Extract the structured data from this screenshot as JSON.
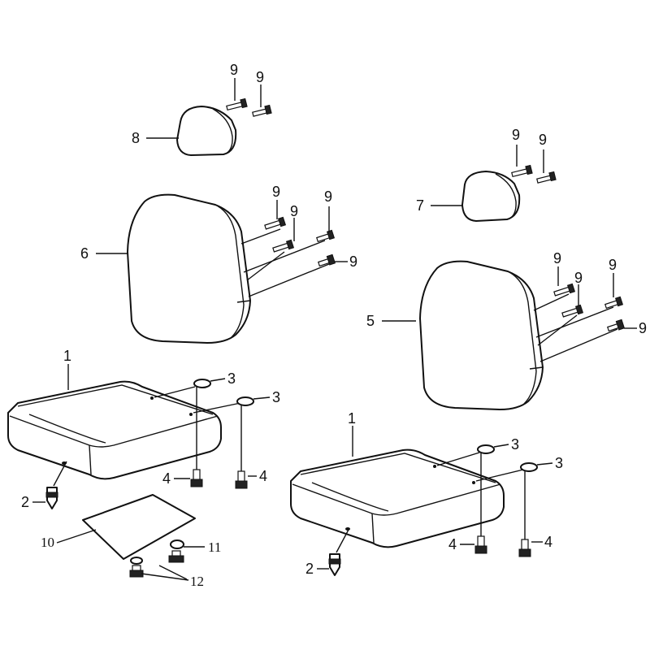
{
  "diagram": {
    "callouts": {
      "c1_left": "1",
      "c1_right": "1",
      "c2_left": "2",
      "c2_right": "2",
      "c3_left_a": "3",
      "c3_left_b": "3",
      "c3_right_a": "3",
      "c3_right_b": "3",
      "c4_left_a": "4",
      "c4_left_b": "4",
      "c4_right_a": "4",
      "c4_right_b": "4",
      "c5": "5",
      "c6": "6",
      "c7": "7",
      "c8": "8",
      "c9_h8_a": "9",
      "c9_h8_b": "9",
      "c9_h7_a": "9",
      "c9_h7_b": "9",
      "c9_b6_a": "9",
      "c9_b6_b": "9",
      "c9_b6_c": "9",
      "c9_b6_d": "9",
      "c9_b5_a": "9",
      "c9_b5_b": "9",
      "c9_b5_c": "9",
      "c9_b5_d": "9",
      "c10": "10",
      "c11": "11",
      "c12": "12"
    }
  }
}
